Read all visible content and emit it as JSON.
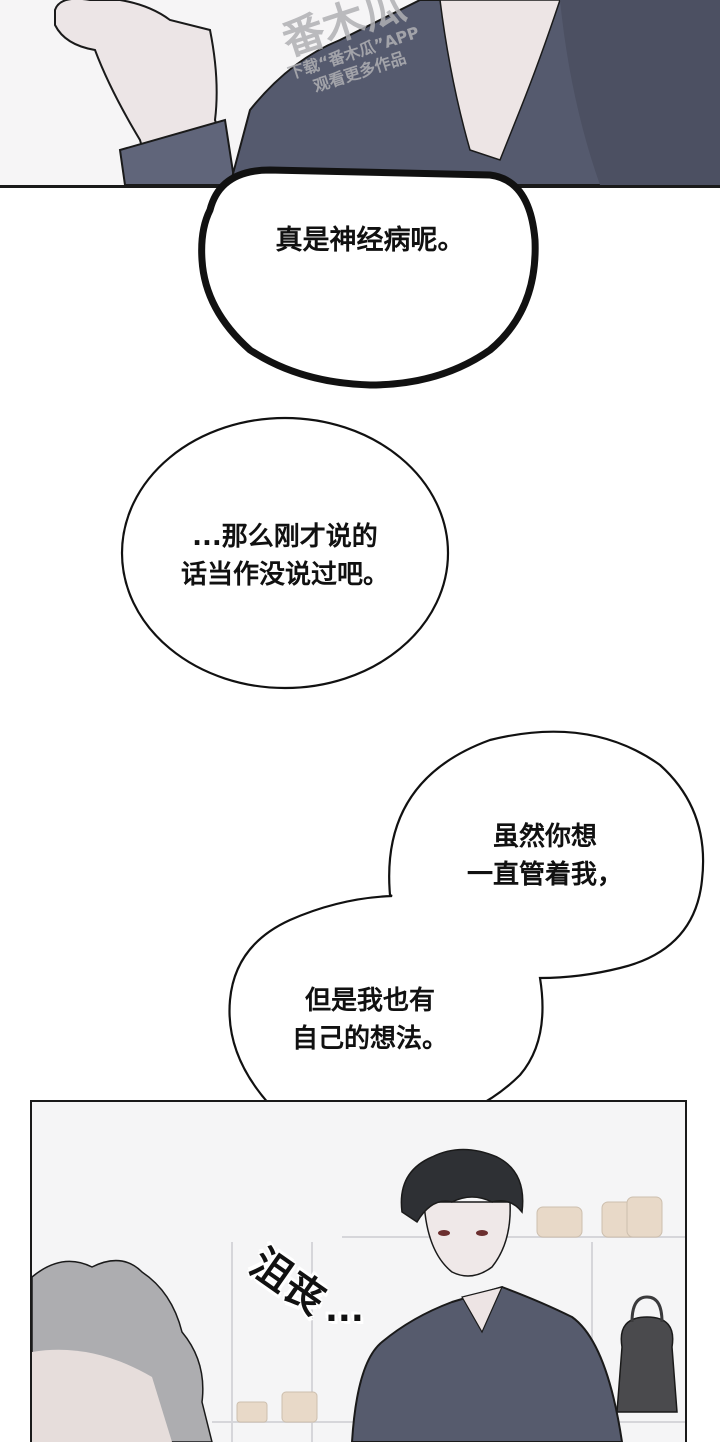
{
  "page": {
    "type": "webtoon-page",
    "background": "#ffffff"
  },
  "panels": {
    "top": {
      "description": "close-up of raised fist and man in dark shirt",
      "shirt_color": "#555a6b",
      "skin_color": "#ede7e7"
    },
    "bottom": {
      "description": "dark-haired man in grey shirt looking down at grey-haired man, pottery shelves in background",
      "shirt_color": "#565b6c",
      "hair_dark": "#2d2f33",
      "hair_grey": "#a9a9ab"
    }
  },
  "watermark": {
    "brand": "番木瓜",
    "line1": "下载“番木瓜”APP",
    "line2": "观看更多作品"
  },
  "bubbles": [
    {
      "id": "bubble-1",
      "text": "真是神经病呢。"
    },
    {
      "id": "bubble-2",
      "text": "...那么刚才说的\n话当作没说过吧。"
    },
    {
      "id": "bubble-3",
      "text": "虽然你想\n一直管着我，"
    },
    {
      "id": "bubble-4",
      "text": "但是我也有\n自己的想法。"
    }
  ],
  "sfx": {
    "text1": "沮丧",
    "text2": "..."
  }
}
